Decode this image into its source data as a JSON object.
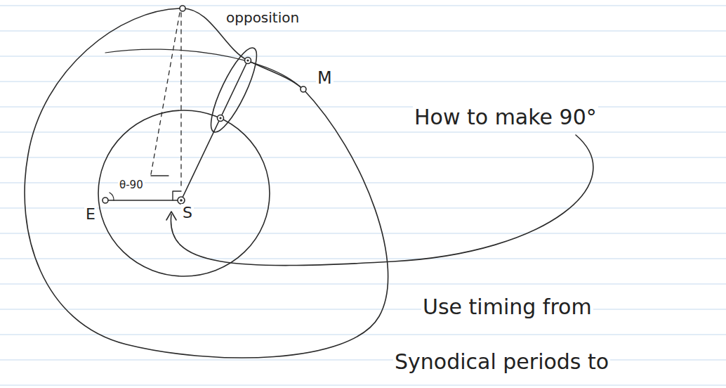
{
  "diagram": {
    "labels": [
      "opposition",
      "M",
      "How to make 90°",
      "θ-90",
      "E",
      "S",
      "Use timing from",
      "Synodical periods to"
    ]
  }
}
